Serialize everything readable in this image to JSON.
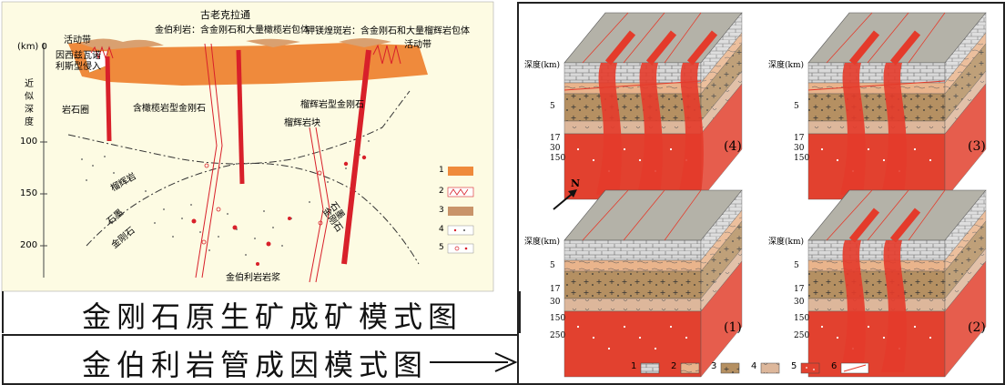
{
  "left": {
    "depth_unit": "(km) 0",
    "depth_axis_label": [
      "近",
      "似",
      "深",
      "度"
    ],
    "depth_ticks": [
      "100",
      "150",
      "200"
    ],
    "labels": {
      "activity_left": "活动带",
      "gulaoketongtong": "古老克拉通",
      "kimberlite_desc": "金伯利岩：含金刚石和大量橄榄岩包体",
      "lamproite_desc": "钾镁煌斑岩：含金刚石和大量榴辉岩包体",
      "activity_right": "活动带",
      "intrusion_1": "因西兹瓦诺",
      "intrusion_2": "利斯型侵入",
      "lithosphere": "岩石圈",
      "peridotite_diamond": "含橄榄岩型金刚石",
      "eclogite_diamond": "榴辉岩型金刚石",
      "eclogite_block": "榴辉岩块",
      "eclogite_rock": "榴辉岩",
      "graphite_1": "石墨",
      "diamond_1": "金刚石",
      "graphite_2": "石墨",
      "diamond_2": "金刚石",
      "magma": "金伯利岩岩浆"
    },
    "legend": [
      "1",
      "2",
      "3",
      "4",
      "5"
    ],
    "colors": {
      "crust": "#ef8a3c",
      "crust_top": "#d9a070",
      "dyke": "#d8202a",
      "legend_brown": "#c9946a"
    }
  },
  "captions": {
    "primary": "金刚石原生矿成矿模式图",
    "kimberlite": "金伯利岩管成因模式图"
  },
  "right": {
    "depth_label": "深度(km)",
    "panels": [
      {
        "id": "(4)",
        "ticks": [
          "5",
          "17",
          "30",
          "150"
        ]
      },
      {
        "id": "(3)",
        "ticks": [
          "5",
          "17",
          "30",
          "150"
        ]
      },
      {
        "id": "(1)",
        "ticks": [
          "5",
          "17",
          "30",
          "150",
          "250"
        ]
      },
      {
        "id": "(2)",
        "ticks": [
          "5",
          "17",
          "30",
          "150",
          "250"
        ]
      }
    ],
    "north": "N",
    "legend": [
      "1",
      "2",
      "3",
      "4",
      "5",
      "6"
    ],
    "colors": {
      "top": "#b4b2a8",
      "limestone": "#d9d9d9",
      "sand": "#e9b48c",
      "granite": "#b59062",
      "mud": "#ddb79b",
      "mantle": "#e2412f",
      "vein": "#e43b2b"
    }
  }
}
